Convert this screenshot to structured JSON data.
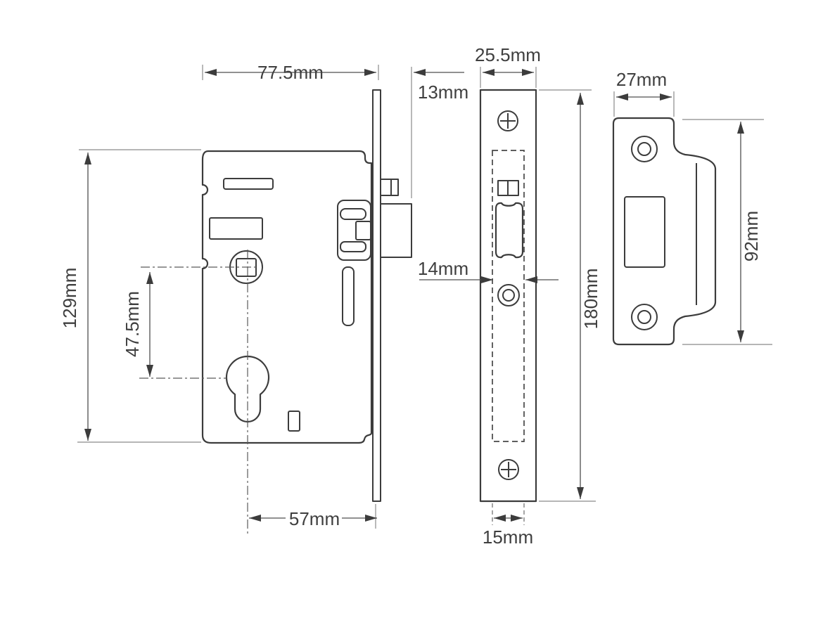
{
  "diagram": {
    "dimensions": {
      "lock_body": {
        "width": "77.5mm",
        "bolt_throw": "13mm",
        "height": "129mm",
        "spindle_to_cylinder": "47.5mm",
        "backset": "57mm"
      },
      "faceplate": {
        "width": "25.5mm",
        "height": "180mm",
        "latch_width": "14mm",
        "case_width": "15mm"
      },
      "strike_plate": {
        "width": "27mm",
        "height": "92mm"
      }
    },
    "colors": {
      "outline": "#3c3c3c",
      "dimension_line": "#4f4f4f",
      "extension_line": "#8a8a8a",
      "text": "#3f3f3f",
      "background": "#ffffff"
    }
  }
}
